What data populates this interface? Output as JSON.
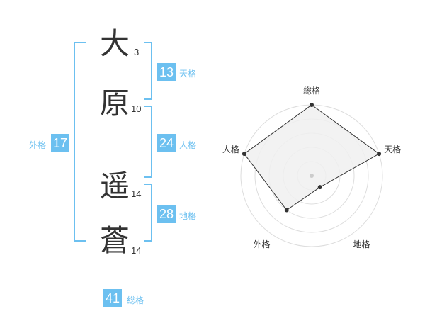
{
  "name": {
    "chars": [
      {
        "char": "大",
        "strokes": "3"
      },
      {
        "char": "原",
        "strokes": "10"
      },
      {
        "char": "遥",
        "strokes": "14"
      },
      {
        "char": "蒼",
        "strokes": "14"
      }
    ]
  },
  "fortune": {
    "tenkaku": {
      "label": "天格",
      "value": "13"
    },
    "jinkaku": {
      "label": "人格",
      "value": "24"
    },
    "chikaku": {
      "label": "地格",
      "value": "28"
    },
    "gaikaku": {
      "label": "外格",
      "value": "17"
    },
    "soukaku": {
      "label": "総格",
      "value": "41"
    }
  },
  "colors": {
    "accent": "#6cc0f0",
    "text": "#333333"
  },
  "chart_data": {
    "type": "radar",
    "categories": [
      "総格",
      "天格",
      "地格",
      "外格",
      "人格"
    ],
    "values": [
      5,
      5,
      1,
      3,
      5
    ],
    "max": 5,
    "rings": 5
  }
}
